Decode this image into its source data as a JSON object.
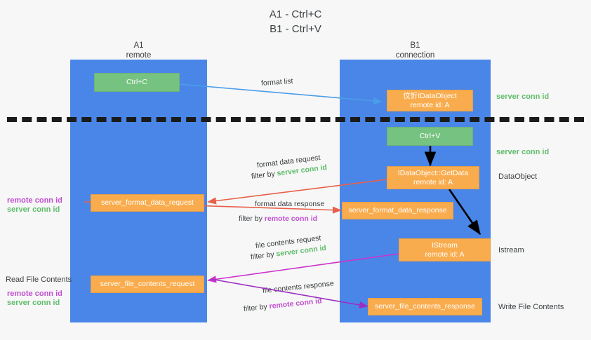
{
  "title": {
    "line1": "A1 - Ctrl+C",
    "line2": "B1 - Ctrl+V"
  },
  "colors": {
    "lane": "#4a86e8",
    "green_box": "#76c280",
    "orange_box": "#f9ac4d",
    "server_conn": "#5fbd6b",
    "remote_conn": "#c050d0",
    "divider": "#1b1b1b",
    "arrow_blue": "#4a9ee8",
    "arrow_red": "#e8604a",
    "arrow_magenta": "#cc33cc",
    "arrow_purple": "#9b30c0",
    "arrow_black": "#000000"
  },
  "lanes": [
    {
      "id": "a1",
      "name": "A1",
      "sub": "remote"
    },
    {
      "id": "b1",
      "name": "B1",
      "sub": "connection"
    }
  ],
  "nodes": {
    "ctrl_c": {
      "line1": "Ctrl+C",
      "line2": ""
    },
    "idataobject": {
      "line1": "伩忻IDataObject",
      "line2": "remote id: A"
    },
    "ctrl_v": {
      "line1": "Ctrl+V",
      "line2": ""
    },
    "getdata": {
      "line1": "IDataObject::GetData",
      "line2": "remote id: A"
    },
    "format_data_request": {
      "line1": "server_format_data_request",
      "line2": ""
    },
    "format_data_response": {
      "line1": "server_format_data_response",
      "line2": ""
    },
    "istream": {
      "line1": "IStream",
      "line2": "remote id: A"
    },
    "file_contents_request": {
      "line1": "server_file_contents_request",
      "line2": ""
    },
    "file_contents_response": {
      "line1": "server_file_contents_response",
      "line2": ""
    }
  },
  "right_labels": {
    "server_conn_top": "server conn id",
    "server_conn_mid": "server conn id",
    "dataobject": "DataObject",
    "istream": "Istream",
    "write_file_contents": "Write File Contents"
  },
  "left_labels": {
    "remote_conn_1": "remote conn id",
    "server_conn_1": "server conn id",
    "read_file_contents": "Read File Contents",
    "remote_conn_2": "remote conn id",
    "server_conn_2": "server conn id"
  },
  "annotations": {
    "format_list": "format list",
    "format_data_request": "format data request",
    "filter_by_1_pre": "filter by ",
    "filter_by_1_val": "server conn id",
    "format_data_response": "format data response",
    "filter_by_2_pre": "filter by ",
    "filter_by_2_val": "remote conn id",
    "file_contents_request": "file contents request",
    "filter_by_3_pre": "filter by ",
    "filter_by_3_val": "server conn id",
    "file_contents_response": "file contents response",
    "filter_by_4_pre": "filter by ",
    "filter_by_4_val": "remote conn id"
  }
}
